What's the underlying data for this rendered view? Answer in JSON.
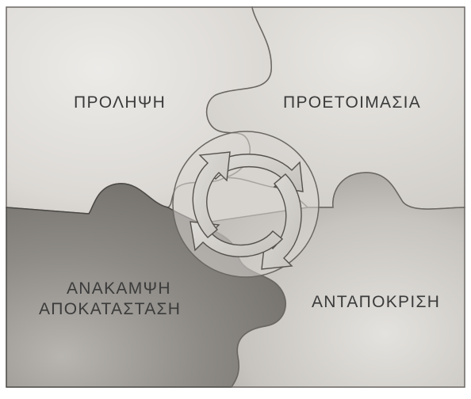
{
  "diagram": {
    "labels": {
      "top_left": "ΠΡΟΛΗΨΗ",
      "top_right": "ΠΡΟΕΤΟΙΜΑΣΙΑ",
      "bottom_right": "ΑΝΤΑΠΟΚΡΙΣΗ",
      "bottom_left_line1": "ΑΝΑΚΑΜΨΗ",
      "bottom_left_line2": "ΑΠΟΚΑΤΑΣΤΑΣΗ"
    },
    "colors": {
      "background": "#ffffff",
      "light_piece": "#e2e0dc",
      "mid_piece": "#cfccc7",
      "dark_piece": "#7d7a76",
      "outline": "#4a4845",
      "text": "#3b3b3b"
    },
    "icons": [
      "cycle-arrows-icon"
    ]
  }
}
